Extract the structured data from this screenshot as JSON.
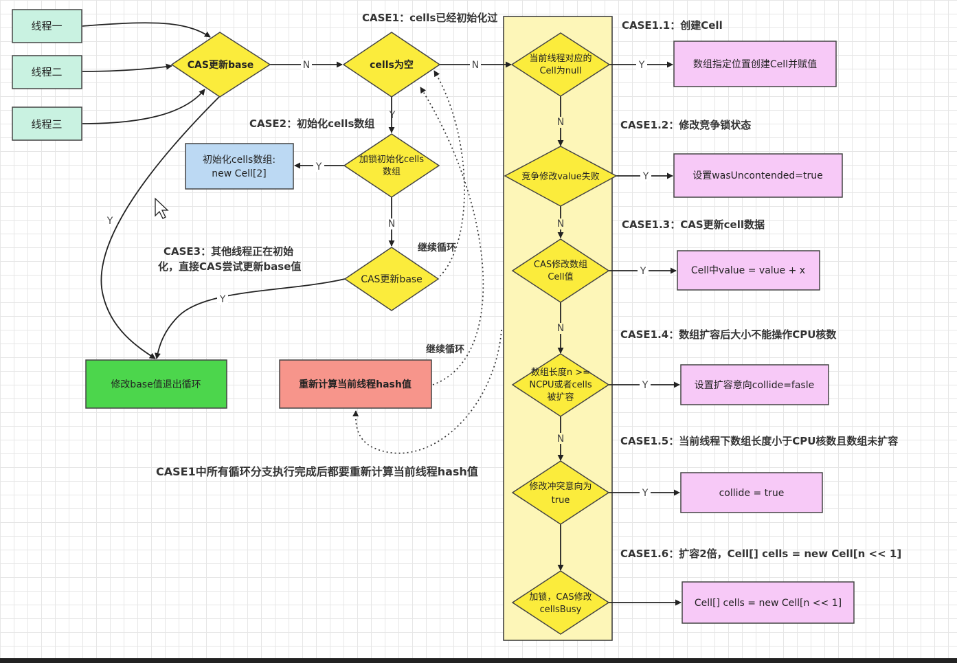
{
  "threads": [
    "线程一",
    "线程二",
    "线程三"
  ],
  "decisions": {
    "cas_base": "CAS更新base",
    "cells_empty": "cells为空",
    "lock_init": [
      "加锁初始化cells",
      "数组"
    ],
    "cas_base2": "CAS更新base",
    "cell_null": [
      "当前线程对应的",
      "Cell为null"
    ],
    "compete_fail": "竞争修改value失败",
    "cas_cell": [
      "CAS修改数组",
      "Cell值"
    ],
    "array_len": [
      "数组长度n >=",
      "NCPU或者cells",
      "被扩容"
    ],
    "collide_true": [
      "修改冲突意向为",
      "true"
    ],
    "lock_busy": [
      "加锁，CAS修改",
      "cellsBusy"
    ]
  },
  "boxes": {
    "init_cells": [
      "初始化cells数组:",
      "new Cell[2]"
    ],
    "exit_loop": "修改base值退出循环",
    "rehash": "重新计算当前线程hash值",
    "create_cell": "数组指定位置创建Cell并赋值",
    "uncontended": "设置wasUncontended=true",
    "add_value": "Cell中value = value + x",
    "collide_false": "设置扩容意向collide=fasle",
    "collide_true": "collide = true",
    "new_cells": "Cell[] cells = new Cell[n << 1]"
  },
  "labels": {
    "case1": "CASE1：cells已经初始化过",
    "case2": "CASE2：初始化cells数组",
    "case3": [
      "CASE3：其他线程正在初始",
      "化，直接CAS尝试更新base值"
    ],
    "case1_1": "CASE1.1：创建Cell",
    "case1_2": "CASE1.2：修改竞争锁状态",
    "case1_3": "CASE1.3：CAS更新cell数据",
    "case1_4": "CASE1.4：数组扩容后大小不能操作CPU核数",
    "case1_5": "CASE1.5：当前线程下数组长度小于CPU核数且数组未扩容",
    "case1_6": "CASE1.6：扩容2倍，Cell[] cells = new Cell[n << 1]",
    "note": "CASE1中所有循环分支执行完成后都要重新计算当前线程hash值",
    "continue1": "继续循环",
    "continue2": "继续循环"
  },
  "edge_labels": {
    "yes": "Y",
    "no": "N"
  },
  "colors": {
    "thread_fill": "#c9f2e1",
    "decision_fill": "#fbec3c",
    "lane_fill": "#fdf6b8",
    "init_fill": "#bcd9f3",
    "exit_fill": "#4cd64c",
    "rehash_fill": "#f7958b",
    "result_fill": "#f7c9f7"
  }
}
